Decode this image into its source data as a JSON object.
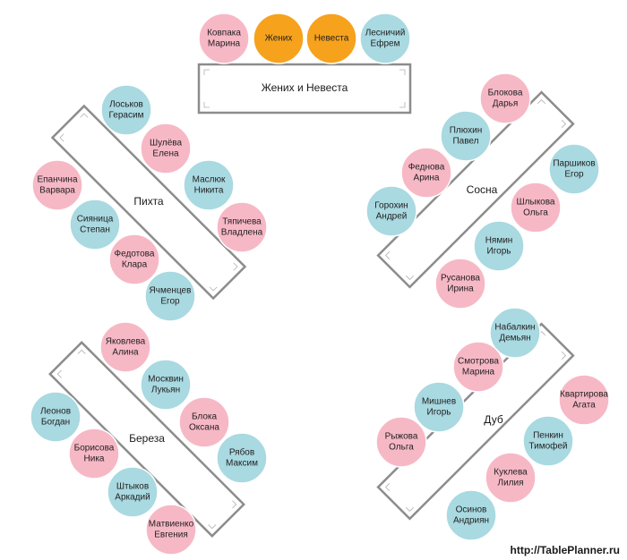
{
  "colors": {
    "female_seat": "#f7b8c6",
    "male_seat": "#a9d9e1",
    "couple_seat": "#f6a21c",
    "table_border": "#8c8c8c"
  },
  "tables": [
    {
      "label": "Жених и Невеста",
      "seats": [
        {
          "lines": [
            "Ковпака",
            "Марина"
          ],
          "kind": "female"
        },
        {
          "lines": [
            "Жених"
          ],
          "kind": "couple"
        },
        {
          "lines": [
            "Невеста"
          ],
          "kind": "couple"
        },
        {
          "lines": [
            "Лесничий",
            "Ефрем"
          ],
          "kind": "male"
        }
      ]
    },
    {
      "label": "Пихта",
      "seats": [
        {
          "lines": [
            "Лоськов",
            "Герасим"
          ],
          "kind": "male"
        },
        {
          "lines": [
            "Шулёва",
            "Елена"
          ],
          "kind": "female"
        },
        {
          "lines": [
            "Маслюк",
            "Никита"
          ],
          "kind": "male"
        },
        {
          "lines": [
            "Тяпичева",
            "Владлена"
          ],
          "kind": "female"
        },
        {
          "lines": [
            "Епанчина",
            "Варвара"
          ],
          "kind": "female"
        },
        {
          "lines": [
            "Сияница",
            "Степан"
          ],
          "kind": "male"
        },
        {
          "lines": [
            "Федотова",
            "Клара"
          ],
          "kind": "female"
        },
        {
          "lines": [
            "Ячменцев",
            "Егор"
          ],
          "kind": "male"
        }
      ]
    },
    {
      "label": "Сосна",
      "seats": [
        {
          "lines": [
            "Блокова",
            "Дарья"
          ],
          "kind": "female"
        },
        {
          "lines": [
            "Плюхин",
            "Павел"
          ],
          "kind": "male"
        },
        {
          "lines": [
            "Паршиков",
            "Егор"
          ],
          "kind": "male"
        },
        {
          "lines": [
            "Феднова",
            "Арина"
          ],
          "kind": "female"
        },
        {
          "lines": [
            "Шлыкова",
            "Ольга"
          ],
          "kind": "female"
        },
        {
          "lines": [
            "Горохин",
            "Андрей"
          ],
          "kind": "male"
        },
        {
          "lines": [
            "Нямин",
            "Игорь"
          ],
          "kind": "male"
        },
        {
          "lines": [
            "Русанова",
            "Ирина"
          ],
          "kind": "female"
        }
      ]
    },
    {
      "label": "Береза",
      "seats": [
        {
          "lines": [
            "Яковлева",
            "Алина"
          ],
          "kind": "female"
        },
        {
          "lines": [
            "Москвин",
            "Лукьян"
          ],
          "kind": "male"
        },
        {
          "lines": [
            "Блока",
            "Оксана"
          ],
          "kind": "female"
        },
        {
          "lines": [
            "Рябов",
            "Максим"
          ],
          "kind": "male"
        },
        {
          "lines": [
            "Леонов",
            "Богдан"
          ],
          "kind": "male"
        },
        {
          "lines": [
            "Борисова",
            "Ника"
          ],
          "kind": "female"
        },
        {
          "lines": [
            "Штыков",
            "Аркадий"
          ],
          "kind": "male"
        },
        {
          "lines": [
            "Матвиенко",
            "Евгения"
          ],
          "kind": "female"
        }
      ]
    },
    {
      "label": "Дуб",
      "seats": [
        {
          "lines": [
            "Набалкин",
            "Демьян"
          ],
          "kind": "male"
        },
        {
          "lines": [
            "Смотрова",
            "Марина"
          ],
          "kind": "female"
        },
        {
          "lines": [
            "Квартирова",
            "Агата"
          ],
          "kind": "female"
        },
        {
          "lines": [
            "Мишнев",
            "Игорь"
          ],
          "kind": "male"
        },
        {
          "lines": [
            "Пенкин",
            "Тимофей"
          ],
          "kind": "male"
        },
        {
          "lines": [
            "Рыжова",
            "Ольга"
          ],
          "kind": "female"
        },
        {
          "lines": [
            "Куклева",
            "Лилия"
          ],
          "kind": "female"
        },
        {
          "lines": [
            "Осинов",
            "Андриян"
          ],
          "kind": "male"
        }
      ]
    }
  ],
  "watermark": "http://TablePlanner.ru"
}
